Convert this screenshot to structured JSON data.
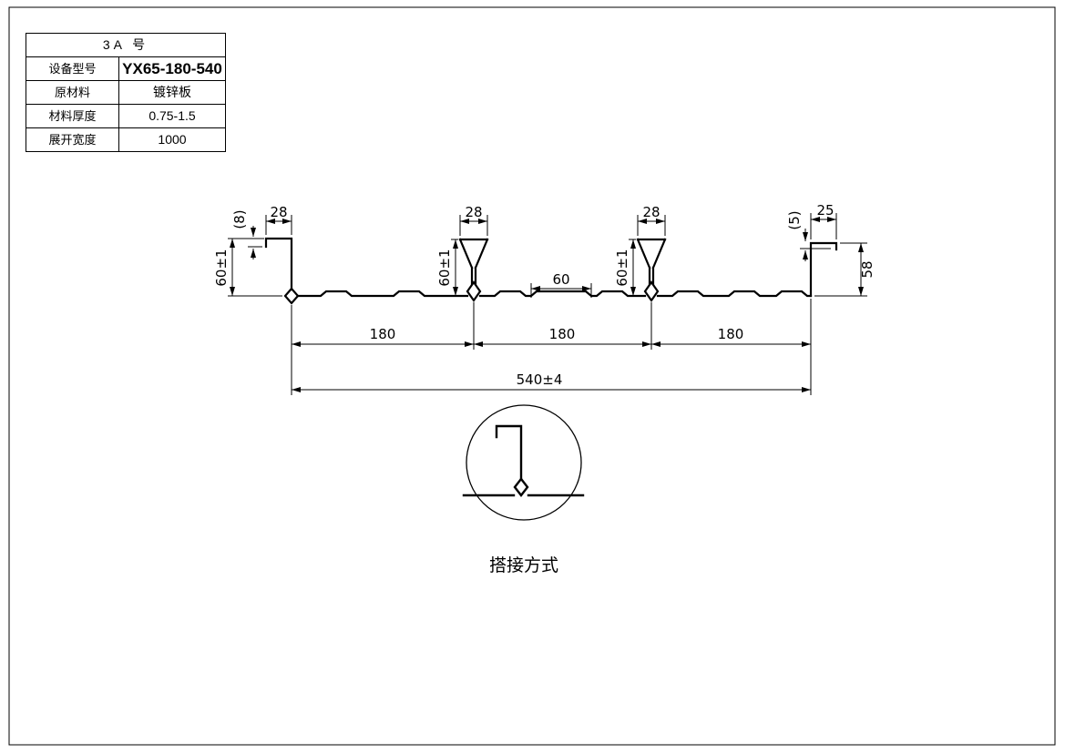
{
  "title_block": {
    "header": "3A  号",
    "rows": [
      {
        "label": "设备型号",
        "value": "YX65-180-540"
      },
      {
        "label": "原材料",
        "value": "镀锌板"
      },
      {
        "label": "材料厚度",
        "value": "0.75-1.5"
      },
      {
        "label": "展开宽度",
        "value": "1000"
      }
    ]
  },
  "dims": {
    "left_lip": "(8)",
    "left_top": "28",
    "left_height": "60±1",
    "rib1_top": "28",
    "rib1_height": "60±1",
    "flat": "60",
    "rib2_top": "28",
    "rib2_height": "60±1",
    "right_lip": "(5)",
    "right_top": "25",
    "right_height": "58",
    "seg1": "180",
    "seg2": "180",
    "seg3": "180",
    "overall": "540±4"
  },
  "detail": {
    "caption": "搭接方式"
  }
}
